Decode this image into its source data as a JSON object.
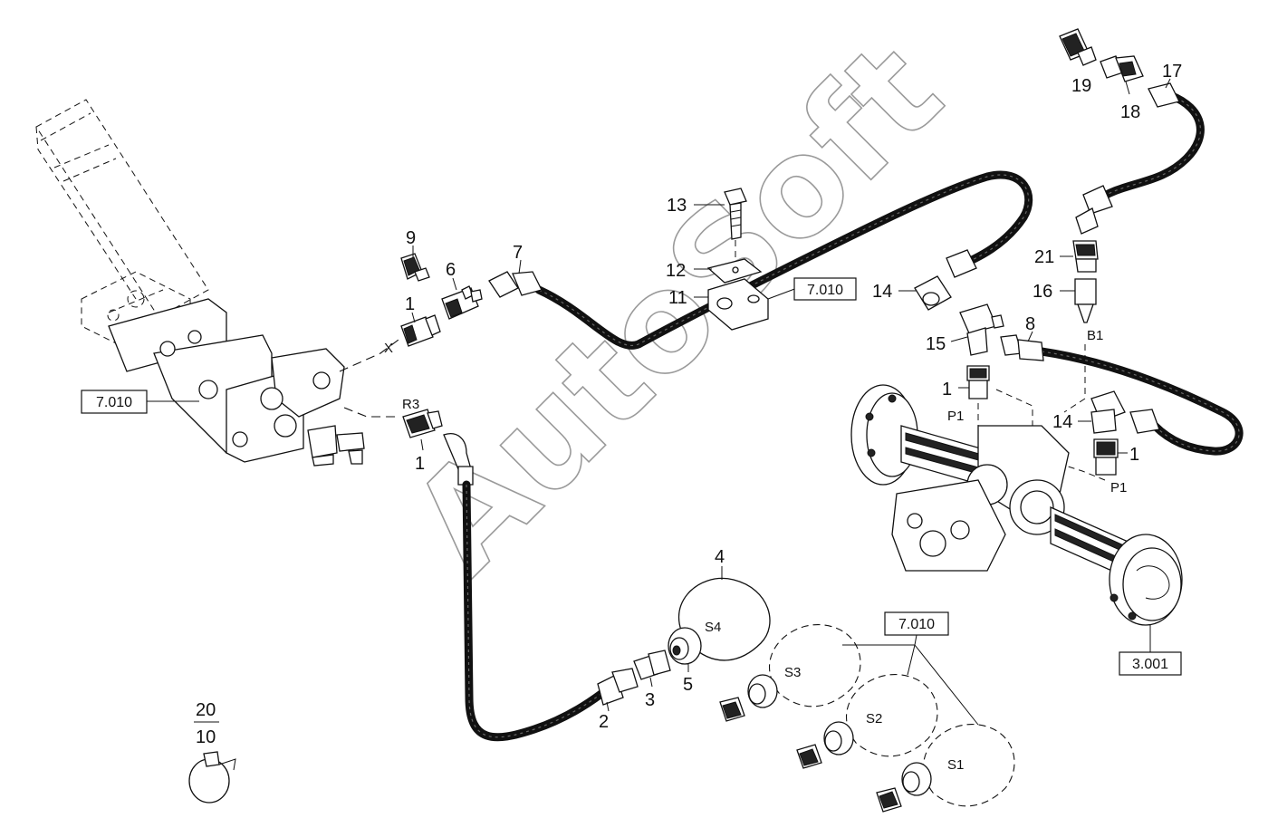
{
  "watermark": "AutoSoft",
  "callouts": {
    "c1a": "1",
    "c1b": "1",
    "c1c": "1",
    "c1d": "1",
    "c2": "2",
    "c3": "3",
    "c4": "4",
    "c5": "5",
    "c6": "6",
    "c7": "7",
    "c8": "8",
    "c9": "9",
    "c11": "11",
    "c12": "12",
    "c13": "13",
    "c14a": "14",
    "c14b": "14",
    "c15": "15",
    "c16": "16",
    "c17": "17",
    "c18": "18",
    "c19": "19",
    "c21": "21"
  },
  "ports": {
    "x": "X",
    "r3": "R3",
    "b1": "B1",
    "p1a": "P1",
    "p1b": "P1",
    "s1": "S1",
    "s2": "S2",
    "s3": "S3",
    "s4": "S4"
  },
  "references": {
    "valve": "7.010",
    "bracket": "7.010",
    "accumulators": "7.010",
    "axle": "3.001"
  },
  "fraction": {
    "numerator": "20",
    "denominator": "10"
  },
  "icons": {
    "valve_block": "brake-valve-icon",
    "axle": "axle-assembly-icon",
    "clip": "hose-clip-icon"
  }
}
